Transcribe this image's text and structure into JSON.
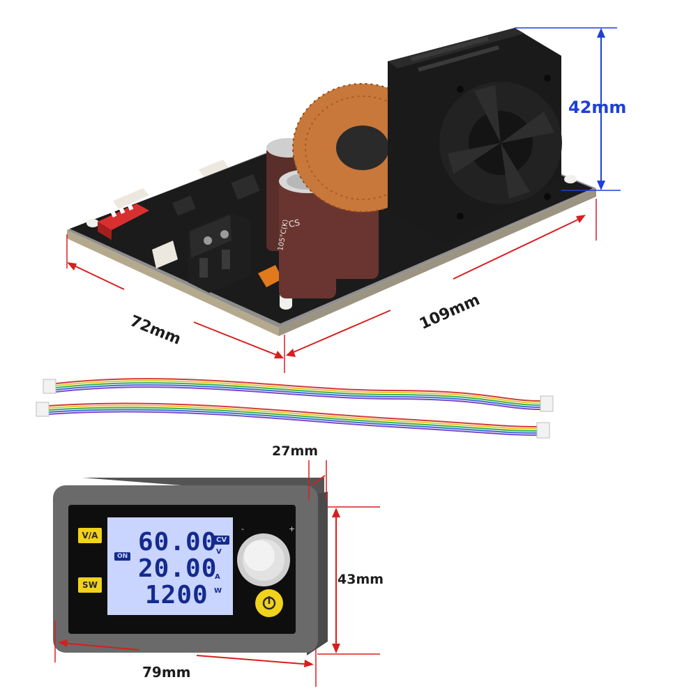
{
  "dimensions": {
    "fan_height": "42mm",
    "board_width": "72mm",
    "board_length": "109mm",
    "panel_depth": "27mm",
    "panel_height": "43mm",
    "panel_width": "79mm"
  },
  "display": {
    "mode_badge": "CV",
    "state_badge": "ON",
    "voltage": "60.00",
    "voltage_unit": "V",
    "current": "20.00",
    "current_unit": "A",
    "power": "1200",
    "power_unit": "W",
    "va_button": "V/A",
    "sw_button": "SW",
    "knob_minus": "-",
    "knob_plus": "+"
  },
  "component_text": {
    "cap_brand": "CS",
    "cap_rating": "105°C(K)"
  },
  "colors": {
    "dimension_red": "#d81e1e",
    "dimension_blue": "#1f3fd6",
    "pcb": "#1b1b1b",
    "lcd_backlight": "#c9d4ff",
    "button_yellow": "#f1d21c",
    "copper": "#c8783a"
  }
}
